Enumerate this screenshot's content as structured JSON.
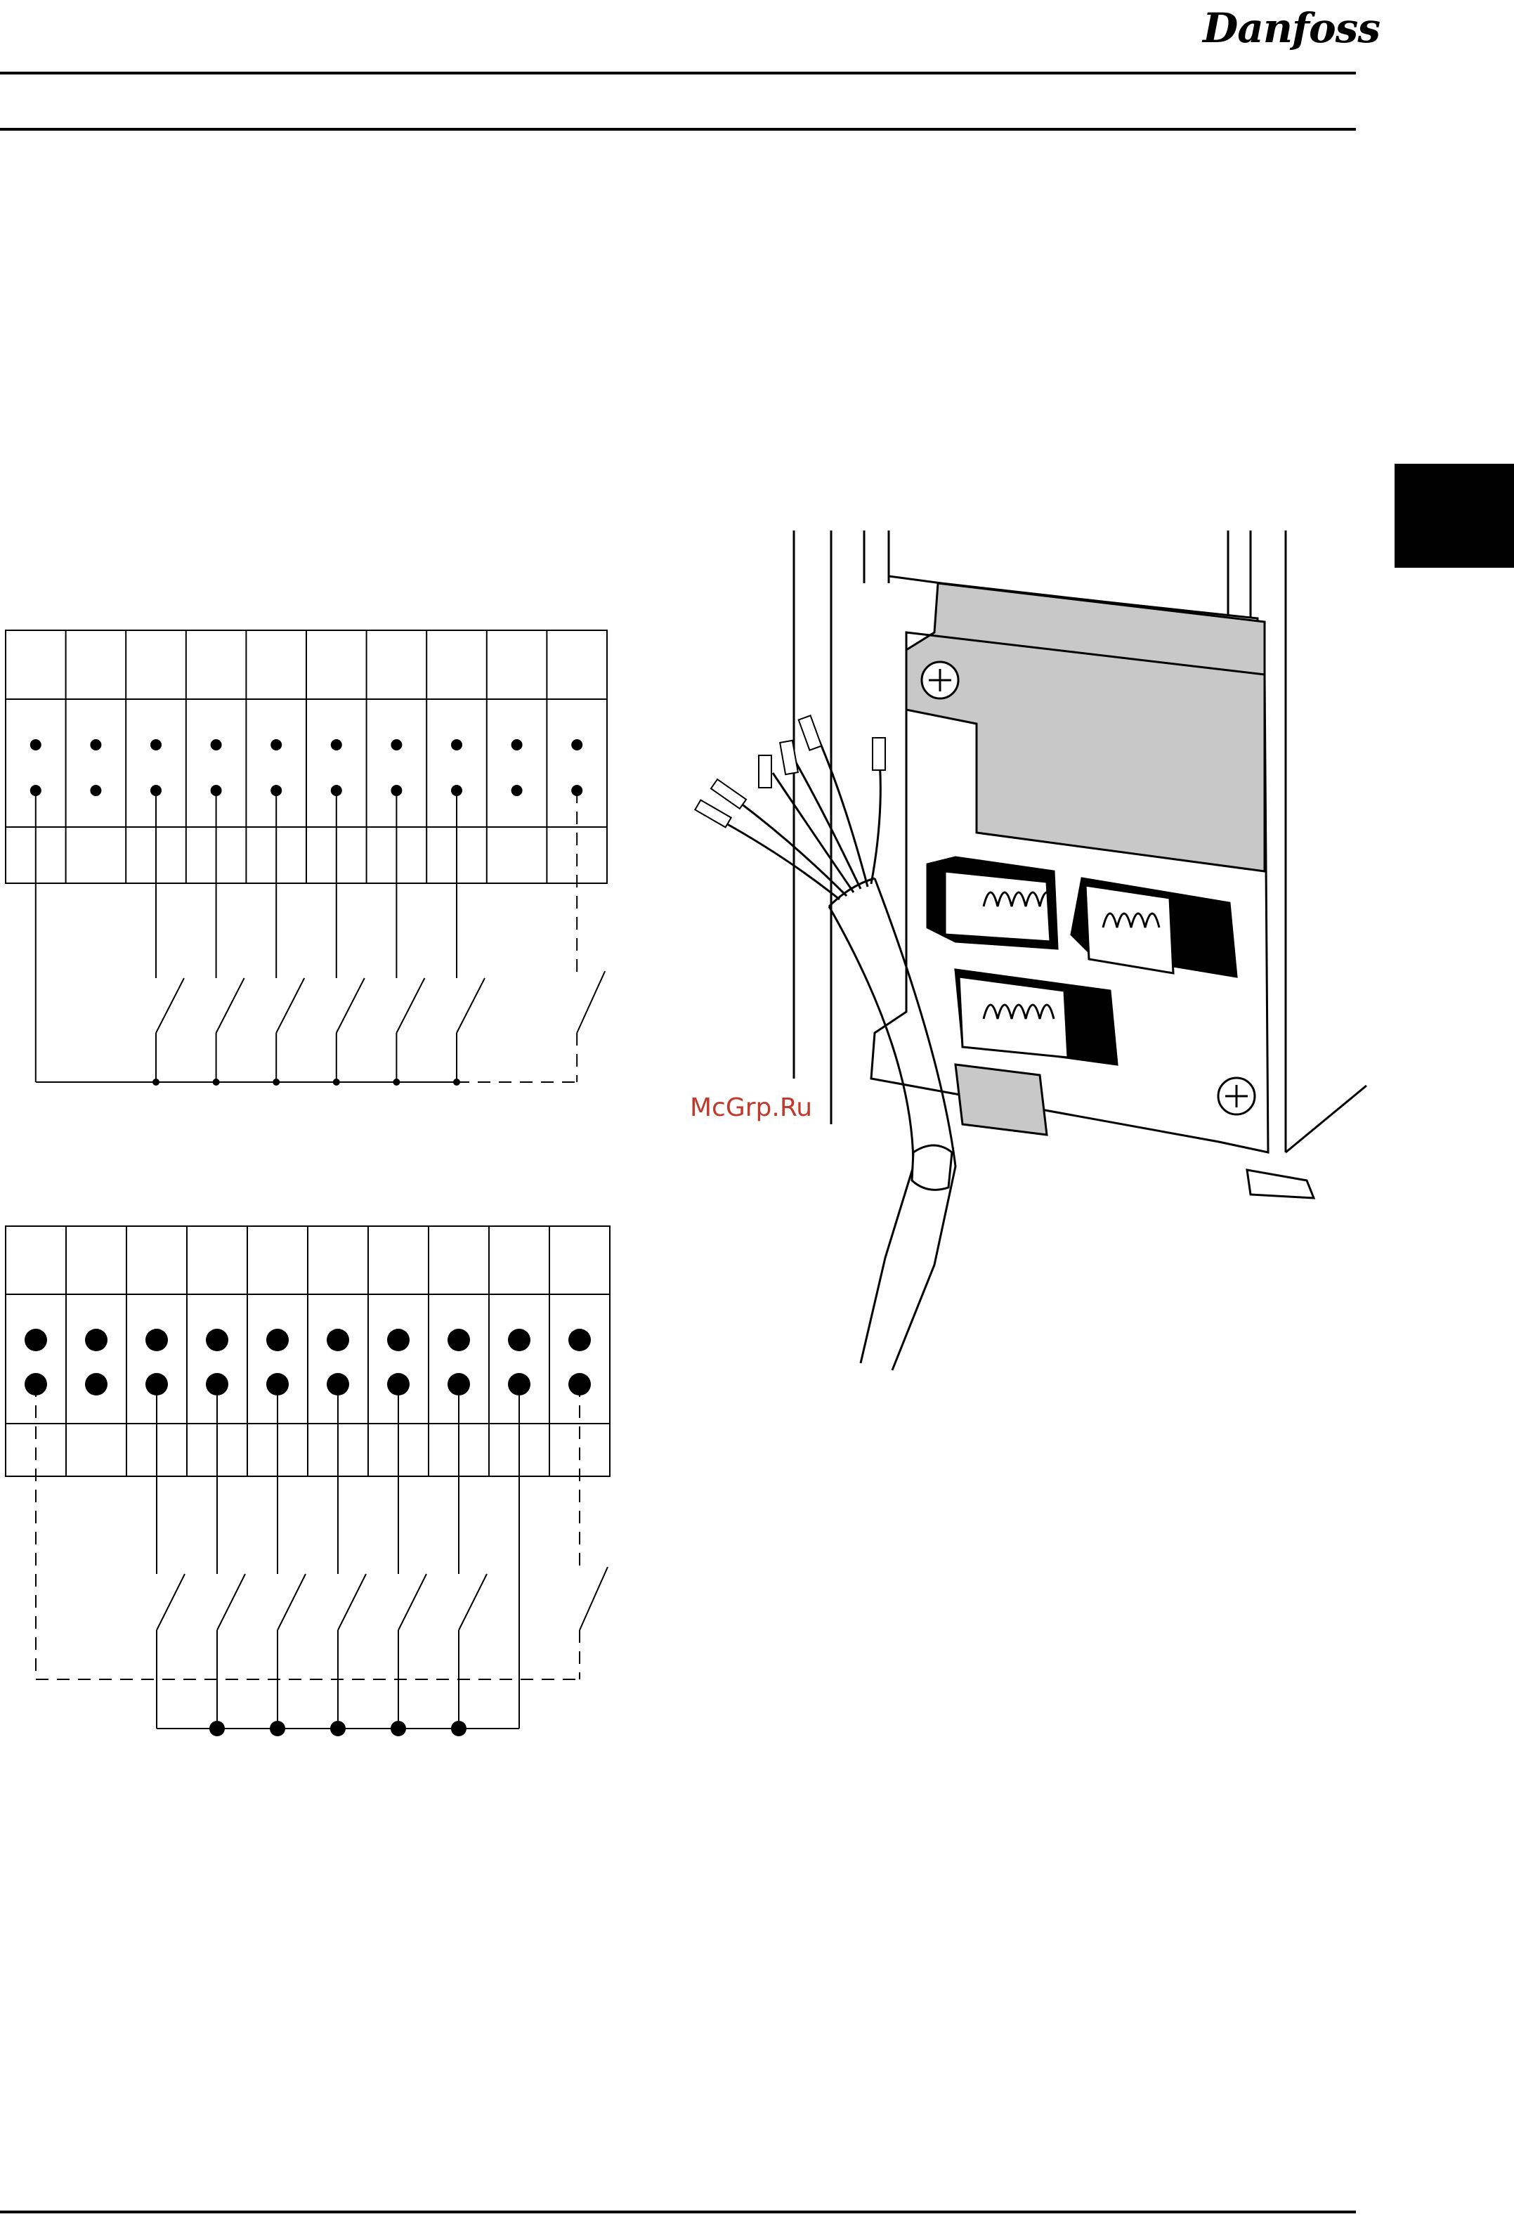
{
  "header": {
    "brand": "Danfoss",
    "watermark": "McGrp.Ru"
  },
  "colors": {
    "ink": "#000000",
    "panel_gray": "#c8c8c8",
    "watermark": "#c0392b"
  },
  "figures": {
    "wiring_diagram_top": {
      "terminals": 10,
      "switches": 6,
      "dashed_switch": true
    },
    "wiring_diagram_bottom": {
      "terminals": 10,
      "switches": 6,
      "dashed_switch": true
    },
    "cable_clamp_illustration": {
      "wires": 6,
      "spring_clamps": 3
    }
  }
}
